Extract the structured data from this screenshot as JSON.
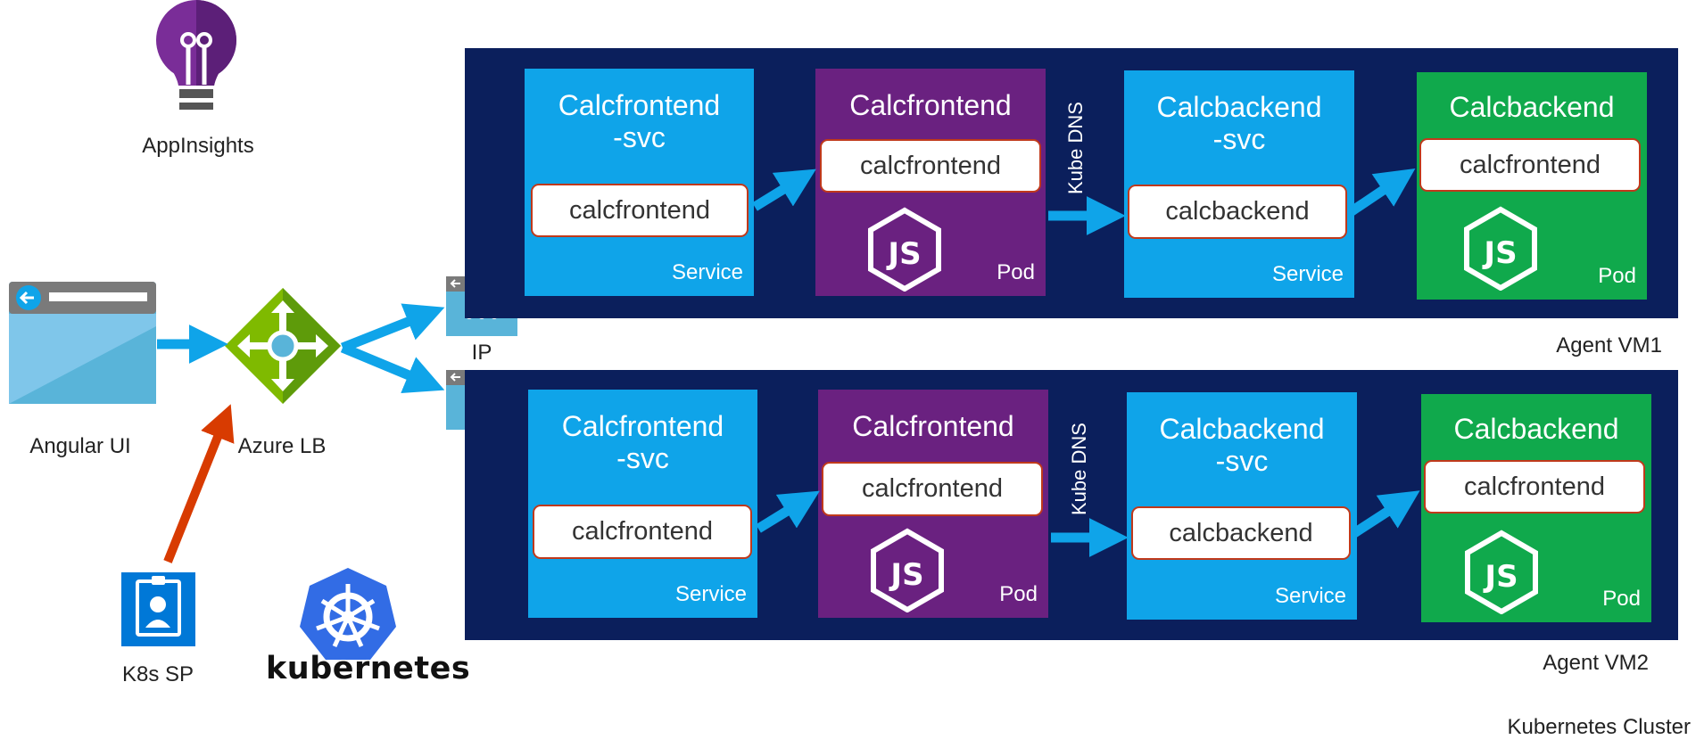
{
  "labels": {
    "appinsights": "AppInsights",
    "angular_ui": "Angular UI",
    "azure_lb": "Azure LB",
    "ip": "IP",
    "k8s_sp": "K8s SP",
    "kubernetes_logo_text": "kubernetes",
    "agent_vm1": "Agent VM1",
    "agent_vm2": "Agent VM2",
    "cluster": "Kubernetes Cluster"
  },
  "vm1": {
    "frontend_svc": {
      "title_line1": "Calcfrontend",
      "title_line2": "-svc",
      "inner": "calcfrontend",
      "kind": "Service"
    },
    "frontend_pod": {
      "title": "Calcfrontend",
      "inner": "calcfrontend",
      "kind": "Pod"
    },
    "kube_dns": "Kube DNS",
    "backend_svc": {
      "title_line1": "Calcbackend",
      "title_line2": "-svc",
      "inner": "calcbackend",
      "kind": "Service"
    },
    "backend_pod": {
      "title": "Calcbackend",
      "inner": "calcfrontend",
      "kind": "Pod"
    }
  },
  "vm2": {
    "frontend_svc": {
      "title_line1": "Calcfrontend",
      "title_line2": "-svc",
      "inner": "calcfrontend",
      "kind": "Service"
    },
    "frontend_pod": {
      "title": "Calcfrontend",
      "inner": "calcfrontend",
      "kind": "Pod"
    },
    "kube_dns": "Kube DNS",
    "backend_svc": {
      "title_line1": "Calcbackend",
      "title_line2": "-svc",
      "inner": "calcbackend",
      "kind": "Service"
    },
    "backend_pod": {
      "title": "Calcbackend",
      "inner": "calcfrontend",
      "kind": "Pod"
    }
  },
  "colors": {
    "vm_background": "#0b1f5c",
    "service": "#0fa4e9",
    "frontend_pod": "#6a2180",
    "backend_pod": "#10a94c",
    "flow_arrow": "#0fa4e9",
    "auth_arrow": "#d83b01"
  },
  "icons": [
    "lightbulb-icon",
    "browser-window-icon",
    "load-balancer-icon",
    "ip-endpoint-icon",
    "service-principal-badge-icon",
    "kubernetes-helm-icon",
    "nodejs-icon"
  ]
}
